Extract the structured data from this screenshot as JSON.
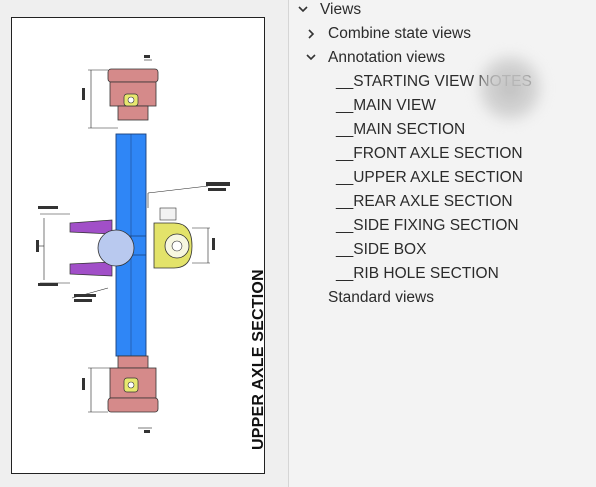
{
  "drawing": {
    "section_title": "UPPER AXLE SECTION",
    "colors": {
      "axle_blue": "#2f86f6",
      "hub_pink": "#d58a8a",
      "arm_purple": "#a14fc8",
      "housing_yellow": "#e3e36a"
    }
  },
  "tree": {
    "root": {
      "label": "Views",
      "expanded": true
    },
    "items": [
      {
        "label": "Combine state views",
        "expanded": false
      },
      {
        "label": "Annotation views",
        "expanded": true,
        "children": [
          "__STARTING VIEW NOTES",
          "__MAIN VIEW",
          "__MAIN SECTION",
          "__FRONT AXLE SECTION",
          "__UPPER AXLE SECTION",
          "__REAR AXLE SECTION",
          "__SIDE FIXING SECTION",
          "__SIDE BOX",
          "__RIB HOLE SECTION"
        ]
      },
      {
        "label": "Standard views"
      }
    ]
  }
}
